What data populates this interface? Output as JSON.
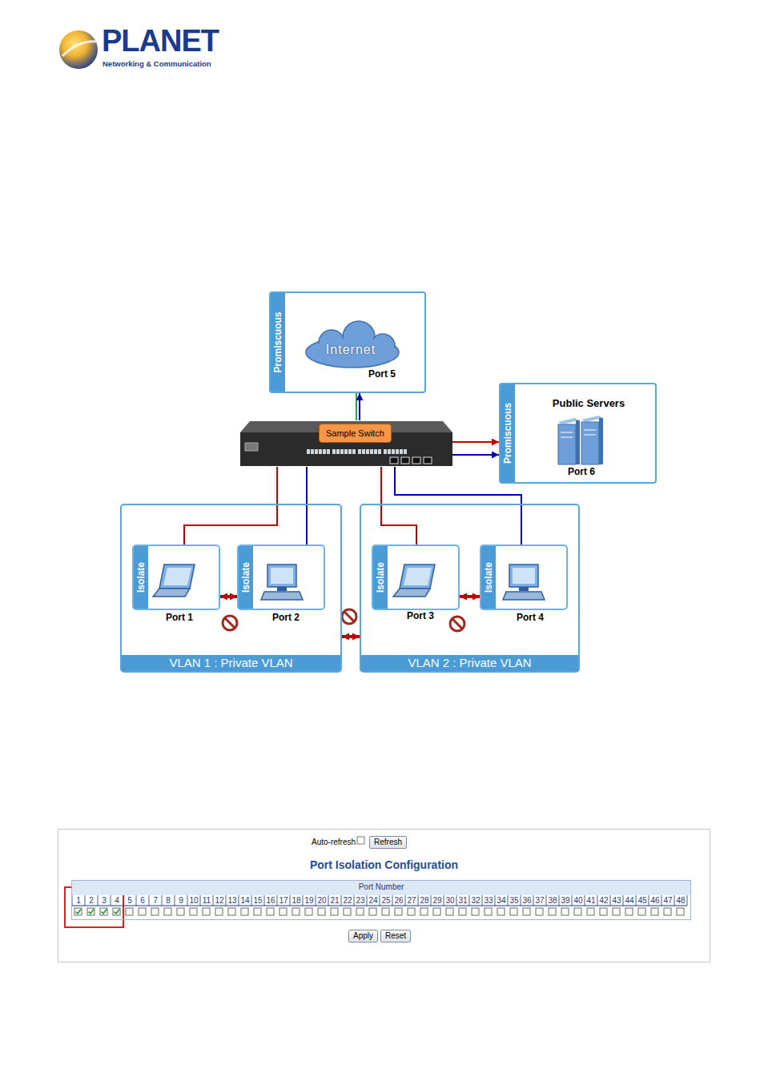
{
  "diagram": {
    "nodes": [
      {
        "text": [
          "Promiscuous",
          "Internet",
          "Port 5"
        ]
      },
      {
        "text": [
          "Sample Switch"
        ]
      },
      {
        "text": [
          "Promiscuous",
          "Public Servers",
          "Port 6"
        ]
      },
      {
        "text": [
          "VLAN 1 : Private VLAN"
        ]
      },
      {
        "text": [
          "Isolate",
          "Port 1"
        ],
        "in": 3
      },
      {
        "text": [
          "Isolate",
          "Port 2"
        ],
        "in": 3
      },
      {
        "text": [
          "VLAN 2 : Private VLAN"
        ]
      },
      {
        "text": [
          "Isolate",
          "Port 3"
        ],
        "in": 6
      },
      {
        "text": [
          "Isolate",
          "Port 4"
        ],
        "in": 6
      },
      {
        "text": [
          "Auto-refresh",
          "Port Isolation Configuration"
        ]
      },
      {
        "text": [
          "Refresh"
        ],
        "in": 9
      },
      {
        "text": [
          "Port Number"
        ],
        "in": 9
      },
      {
        "text": [
          "Apply"
        ],
        "in": 9
      },
      {
        "text": [
          "Reset"
        ],
        "in": 9
      }
    ],
    "edges": [
      {
        "from": 4,
        "to": 1,
        "arrow": "none"
      },
      {
        "from": 5,
        "to": 1,
        "arrow": "none"
      },
      {
        "from": 7,
        "to": 1,
        "arrow": "none"
      },
      {
        "from": 8,
        "to": 1,
        "arrow": "none"
      },
      {
        "from": 1,
        "to": 0,
        "arrow": "to"
      },
      {
        "from": 1,
        "to": 2,
        "arrow": "to"
      },
      {
        "from": 1,
        "to": 2,
        "arrow": "to"
      },
      {
        "from": 4,
        "to": 5,
        "arrow": "both"
      },
      {
        "from": 7,
        "to": 8,
        "arrow": "both"
      },
      {
        "from": 3,
        "to": 6,
        "arrow": "both"
      }
    ],
    "labels": [
      "PLANET",
      "Networking & Communication",
      "1",
      "2",
      "3",
      "4",
      "5",
      "6",
      "7",
      "8",
      "9",
      "10",
      "11",
      "12",
      "13",
      "14",
      "15",
      "16",
      "17",
      "18",
      "19",
      "20",
      "21",
      "22",
      "23",
      "24",
      "25",
      "26",
      "27",
      "28",
      "29",
      "30",
      "31",
      "32",
      "33",
      "34",
      "35",
      "36",
      "37",
      "38",
      "39",
      "40",
      "41",
      "42",
      "43",
      "44",
      "45",
      "46",
      "47",
      "48"
    ]
  }
}
